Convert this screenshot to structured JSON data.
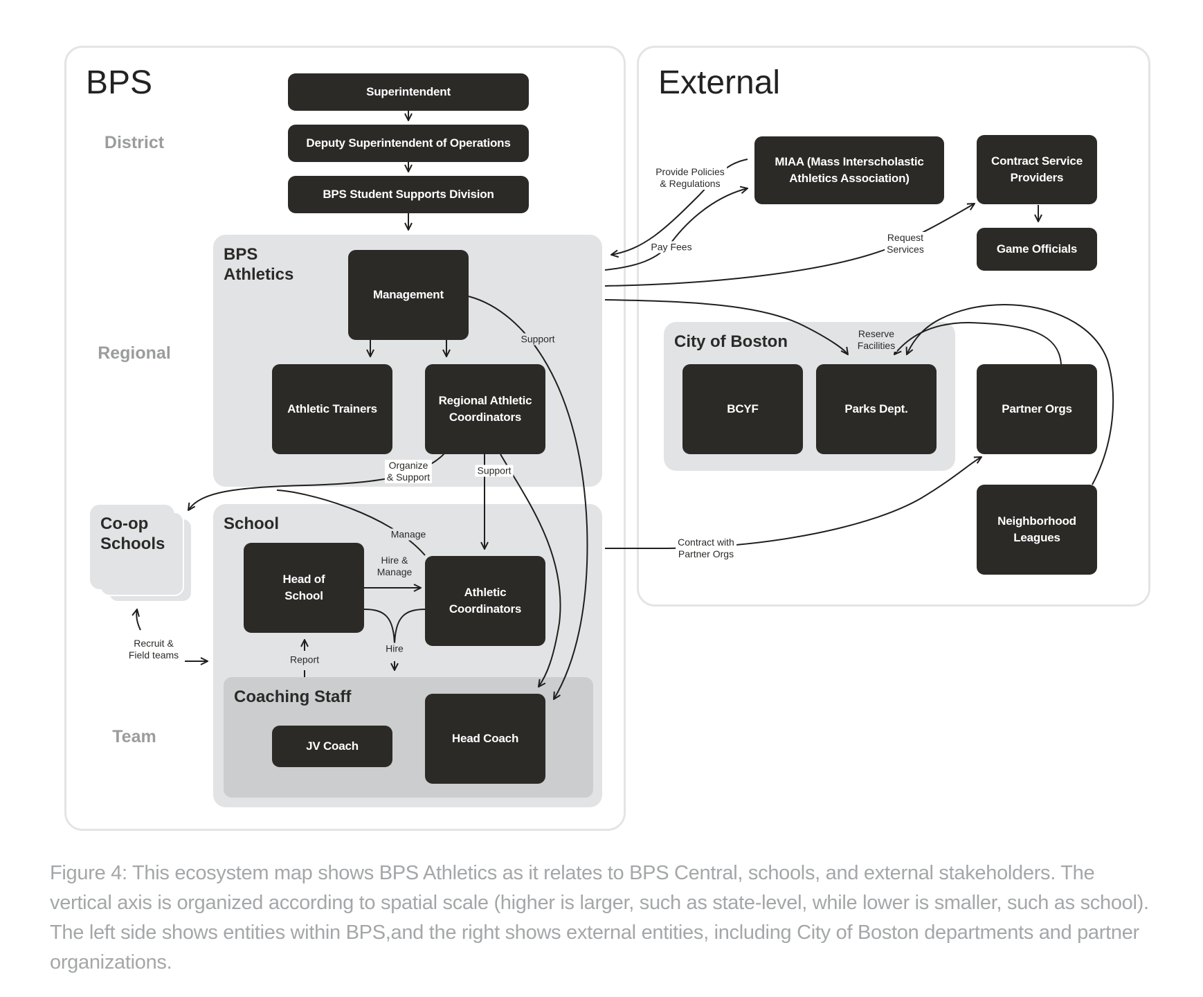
{
  "panels": {
    "bps_title": "BPS",
    "external_title": "External"
  },
  "levels": {
    "district": "District",
    "regional": "Regional",
    "team": "Team"
  },
  "regions": {
    "bps_athletics": "BPS\nAthletics",
    "school": "School",
    "coaching_staff": "Coaching Staff",
    "coop_schools": "Co-op\nSchools",
    "city_of_boston": "City of Boston"
  },
  "nodes": {
    "superintendent": "Superintendent",
    "deputy": "Deputy Superintendent of Operations",
    "student_supports": "BPS Student Supports Division",
    "management": "Management",
    "athletic_trainers": "Athletic Trainers",
    "regional_coordinators": "Regional Athletic\nCoordinators",
    "head_of_school": "Head of\nSchool",
    "athletic_coordinators": "Athletic\nCoordinators",
    "jv_coach": "JV Coach",
    "head_coach": "Head Coach",
    "miaa": "MIAA (Mass Interscholastic\nAthletics Association)",
    "contract_providers": "Contract Service\nProviders",
    "game_officials": "Game Officials",
    "bcyf": "BCYF",
    "parks_dept": "Parks Dept.",
    "partner_orgs": "Partner Orgs",
    "neighborhood_leagues": "Neighborhood\nLeagues"
  },
  "edge_labels": {
    "provide_policies": "Provide Policies\n& Regulations",
    "pay_fees": "Pay Fees",
    "request_services": "Request\nServices",
    "reserve_facilities": "Reserve\nFacilities",
    "support_mgmt": "Support",
    "organize_support": "Organize\n& Support",
    "support_rac": "Support",
    "manage": "Manage",
    "hire_manage": "Hire &\nManage",
    "hire": "Hire",
    "report": "Report",
    "recruit": "Recruit &\nField teams",
    "contract_partner": "Contract with\nPartner Orgs"
  },
  "caption": "Figure 4: This ecosystem map shows BPS Athletics as it relates to BPS Central, schools, and external stakeholders. The vertical axis is organized according to spatial scale (higher is larger, such as state-level, while lower is smaller, such as school). The left side shows entities within BPS,and the right shows external entities, including City of Boston departments and partner organizations.",
  "colors": {
    "node": "#2c2a27",
    "region": "#e1e3e4",
    "region_dark": "#cbcdce",
    "panel_border": "#e3e4e4",
    "caption": "#a4a6a8",
    "level_label": "#9a9c9d"
  }
}
